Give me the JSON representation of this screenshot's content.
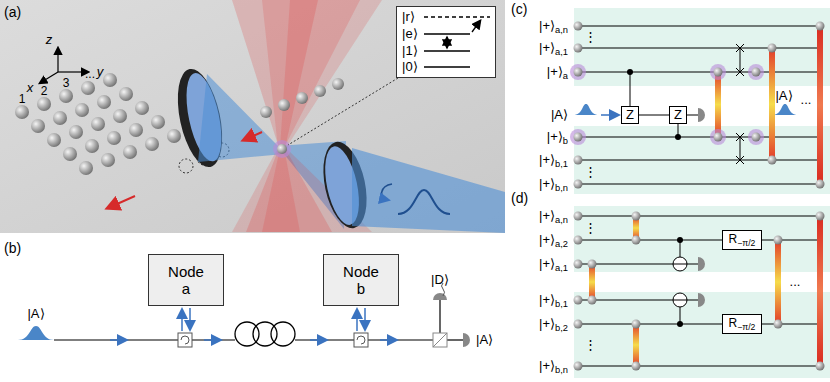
{
  "diagram": {
    "nodes": [
      {
        "text": [
          "|r⟩",
          "|e⟩",
          "|1⟩",
          "|0⟩"
        ]
      },
      {
        "text": [
          "Node a"
        ]
      },
      {
        "text": [
          "Node b"
        ]
      },
      {
        "text": [
          "Z"
        ]
      },
      {
        "text": [
          "Z"
        ]
      },
      {
        "text": [
          "R−π/2"
        ]
      },
      {
        "text": [
          "R−π/2"
        ]
      }
    ],
    "edges": [
      {
        "from": 3,
        "to": 4,
        "arrow": "none"
      }
    ],
    "labels": [
      "(a)",
      "(b)",
      "(c)",
      "(d)",
      "z",
      "y",
      "x",
      "1",
      "2",
      "3",
      "...",
      "|A⟩",
      "|D⟩",
      "|A⟩",
      "|+⟩a,n",
      "|+⟩a,1",
      "|+⟩a",
      "|A⟩",
      "|+⟩b",
      "|+⟩b,1",
      "|+⟩b,n",
      "|A⟩",
      "⋮",
      "⋮",
      "...",
      "|+⟩a,n",
      "|+⟩a,2",
      "|+⟩a,1",
      "|+⟩b,1",
      "|+⟩b,2",
      "|+⟩b,n",
      "⋮",
      "⋮",
      "..."
    ]
  }
}
